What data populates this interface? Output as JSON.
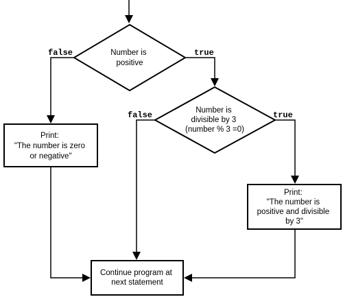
{
  "decisions": {
    "positive": {
      "lines": [
        "Number is",
        "positive"
      ],
      "false_label": "false",
      "true_label": "true"
    },
    "divisible": {
      "lines": [
        "Number is",
        "divisible by 3",
        "(number % 3 =0)"
      ],
      "false_label": "false",
      "true_label": "true"
    }
  },
  "actions": {
    "zero_or_negative": {
      "lines": [
        "Print:",
        "\"The number is zero",
        "or negative\""
      ]
    },
    "positive_divisible": {
      "lines": [
        "Print:",
        "\"The number is",
        "positive and divisible",
        "by 3\""
      ]
    },
    "continue": {
      "lines": [
        "Continue program at",
        "next statement"
      ]
    }
  }
}
